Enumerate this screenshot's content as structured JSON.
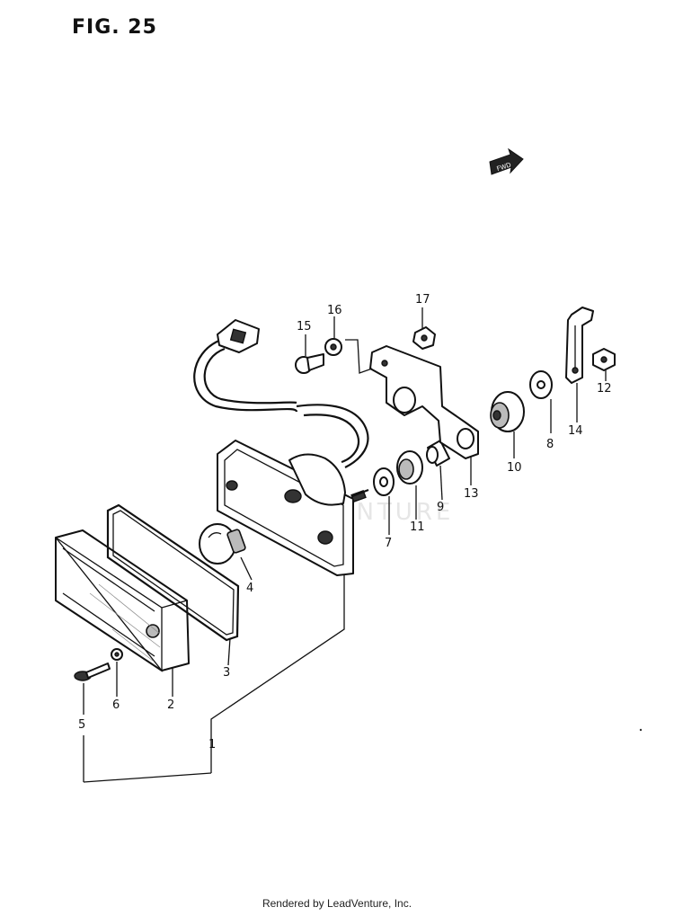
{
  "figure": {
    "title": "FIG. 25"
  },
  "callouts": [
    {
      "id": "1",
      "label": "1"
    },
    {
      "id": "2",
      "label": "2"
    },
    {
      "id": "3",
      "label": "3"
    },
    {
      "id": "4",
      "label": "4"
    },
    {
      "id": "5",
      "label": "5"
    },
    {
      "id": "6",
      "label": "6"
    },
    {
      "id": "7",
      "label": "7"
    },
    {
      "id": "8",
      "label": "8"
    },
    {
      "id": "9",
      "label": "9"
    },
    {
      "id": "10",
      "label": "10"
    },
    {
      "id": "11",
      "label": "11"
    },
    {
      "id": "12",
      "label": "12"
    },
    {
      "id": "13",
      "label": "13"
    },
    {
      "id": "14",
      "label": "14"
    },
    {
      "id": "15",
      "label": "15"
    },
    {
      "id": "16",
      "label": "16"
    },
    {
      "id": "17",
      "label": "17"
    }
  ],
  "direction_badge": {
    "label": "FWD"
  },
  "watermark": {
    "label": "LEADVENTURE"
  },
  "footer": {
    "text": "Rendered by LeadVenture, Inc."
  }
}
